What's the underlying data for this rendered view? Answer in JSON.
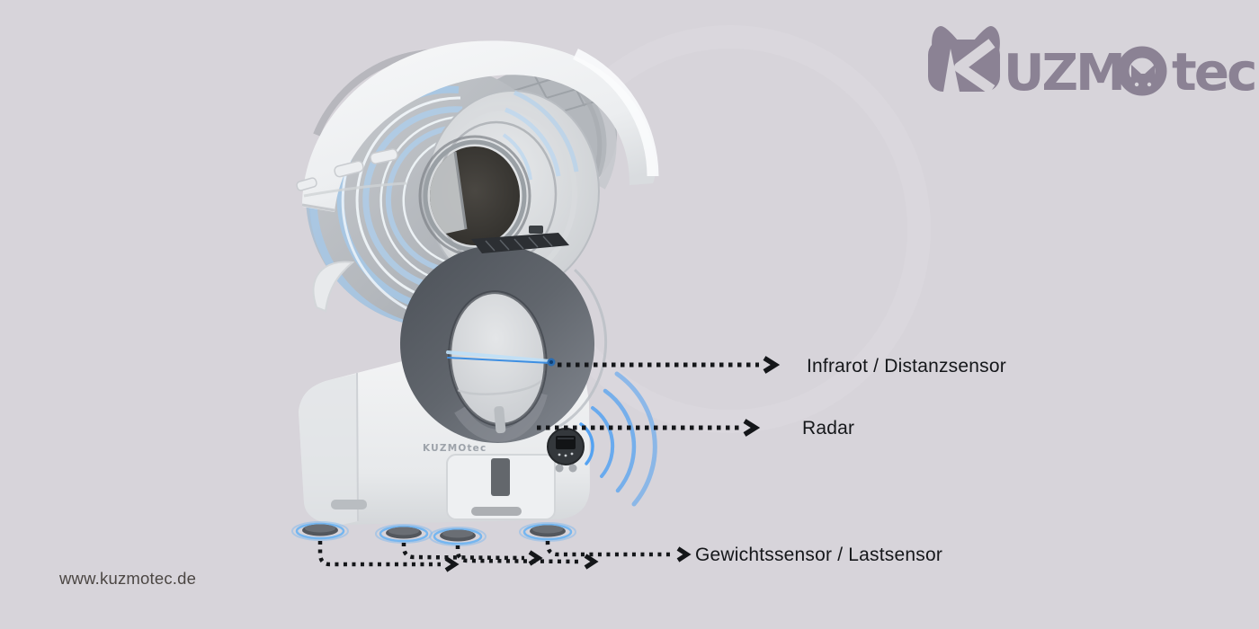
{
  "logo": {
    "wordmark": "KUZMOTEC",
    "uzm": "UZM",
    "tec": "tec"
  },
  "device": {
    "brand_label": "KUZMOtec"
  },
  "annotations": {
    "infrared": {
      "label": "Infrarot / Distanzsensor"
    },
    "radar": {
      "label": "Radar"
    },
    "weight": {
      "label": "Gewichtssensor / Lastsensor"
    }
  },
  "footer": {
    "website": "www.kuzmotec.de"
  },
  "colors": {
    "background": "#d7d4da",
    "accent_blue": "#4d9ff2",
    "stripe_blue": "#aecde9",
    "logo_purple": "#8b8294",
    "label_text": "#15171a",
    "ring_dark": "#565b62"
  }
}
